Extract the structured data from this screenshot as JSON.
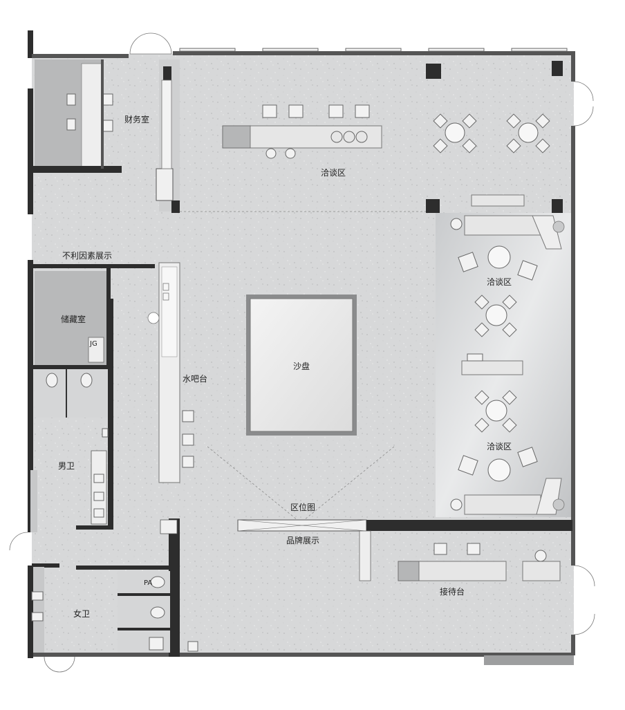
{
  "plan": {
    "rooms": {
      "finance": "财务室",
      "storage": "储藏室",
      "mens_wc": "男卫",
      "womens_wc": "女卫",
      "sand_table": "沙盘",
      "water_bar": "水吧台",
      "reception": "接待台",
      "brand_display": "品牌展示",
      "location_map": "区位图",
      "unfavorable_display": "不利因素展示",
      "negotiation_top": "洽谈区",
      "negotiation_mid": "洽谈区",
      "negotiation_low": "洽谈区"
    },
    "marks": {
      "storage_tag": "JG",
      "pa_tag": "PA"
    }
  }
}
